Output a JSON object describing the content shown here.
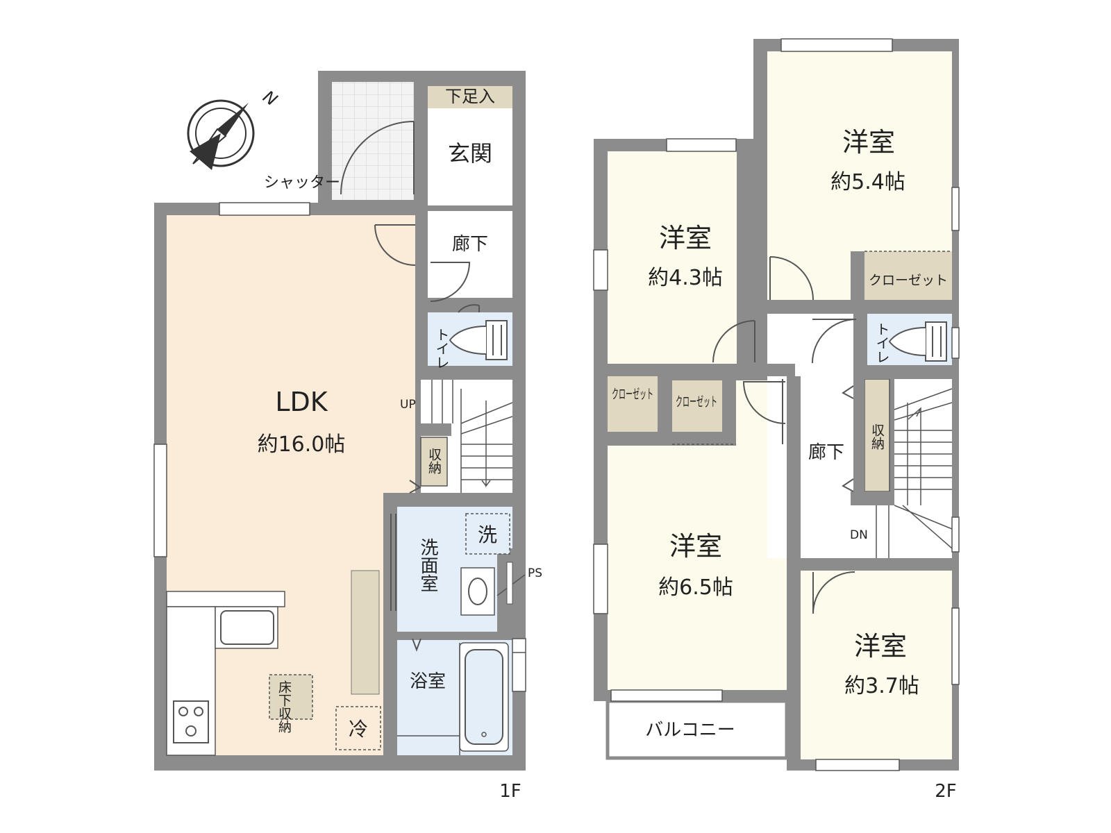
{
  "compass": {
    "north_label": "N"
  },
  "floor1": {
    "label": "1F",
    "shutter": "シャッター",
    "genkan_step": "下足入",
    "genkan": "玄関",
    "hall": "廊下",
    "toilet": "トイレ",
    "ldk_name": "LDK",
    "ldk_size": "約16.0帖",
    "up": "UP",
    "storage": "収納",
    "washroom": "洗面室",
    "washer": "洗",
    "ps": "PS",
    "bath": "浴室",
    "underfloor": "床下収納",
    "fridge": "冷"
  },
  "floor2": {
    "label": "2F",
    "room_ne_name": "洋室",
    "room_ne_size": "約5.4帖",
    "room_nw_name": "洋室",
    "room_nw_size": "約4.3帖",
    "room_sw_name": "洋室",
    "room_sw_size": "約6.5帖",
    "room_se_name": "洋室",
    "room_se_size": "約3.7帖",
    "closet": "クローゼット",
    "closet_a": "クローゼット",
    "closet_b": "クローゼット",
    "toilet": "トイレ",
    "hall": "廊下",
    "storage": "収納",
    "dn": "DN",
    "balcony": "バルコニー"
  },
  "colors": {
    "wall": "#8c8c8c",
    "ldk": "#fbecd9",
    "bedroom": "#fdfbeb",
    "wet": "#e3eef9",
    "storage": "#e1d8c2",
    "tile": "#efefef"
  }
}
